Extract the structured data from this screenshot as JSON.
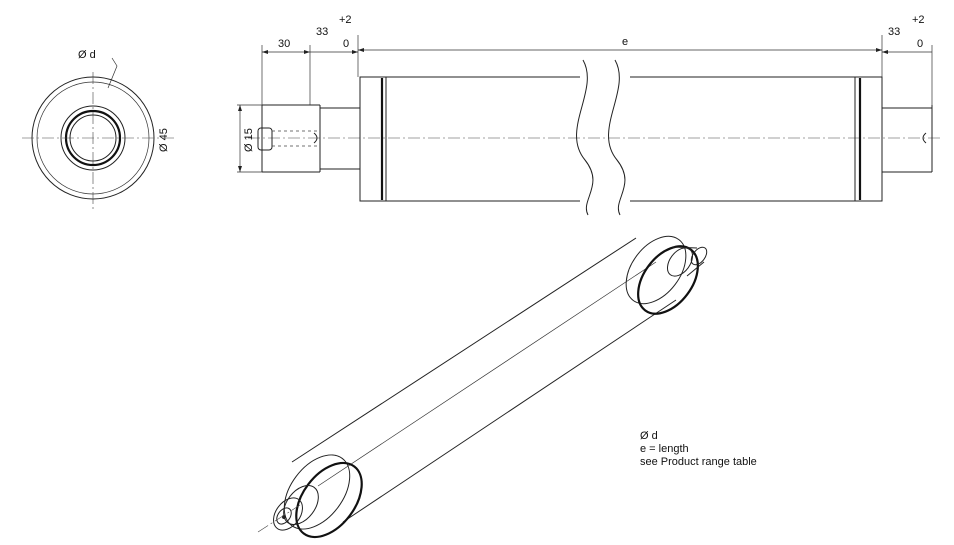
{
  "end_view": {
    "bore_label": "Ø d",
    "outer_label": "Ø 45"
  },
  "side_view": {
    "shaft_label": "Ø 15",
    "dim_30": "30",
    "dim_33_left": "33",
    "tol_left": "+2",
    "zero_left": "0",
    "dim_e": "e",
    "dim_33_right": "33",
    "tol_right": "+2",
    "zero_right": "0"
  },
  "notes": {
    "line1": "Ø d",
    "line2": "e = length",
    "line3": "see Product range table"
  }
}
